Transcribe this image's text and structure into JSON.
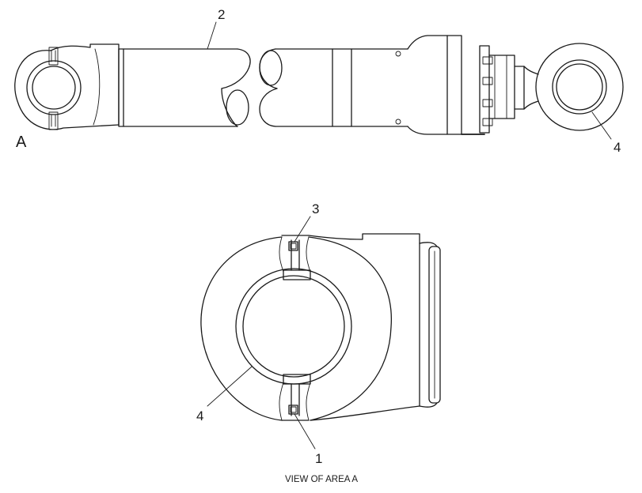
{
  "callouts": {
    "top_2": "2",
    "top_4": "4",
    "area_letter": "A",
    "detail_3": "3",
    "detail_4": "4",
    "detail_1": "1"
  },
  "caption": "VIEW OF AREA A"
}
